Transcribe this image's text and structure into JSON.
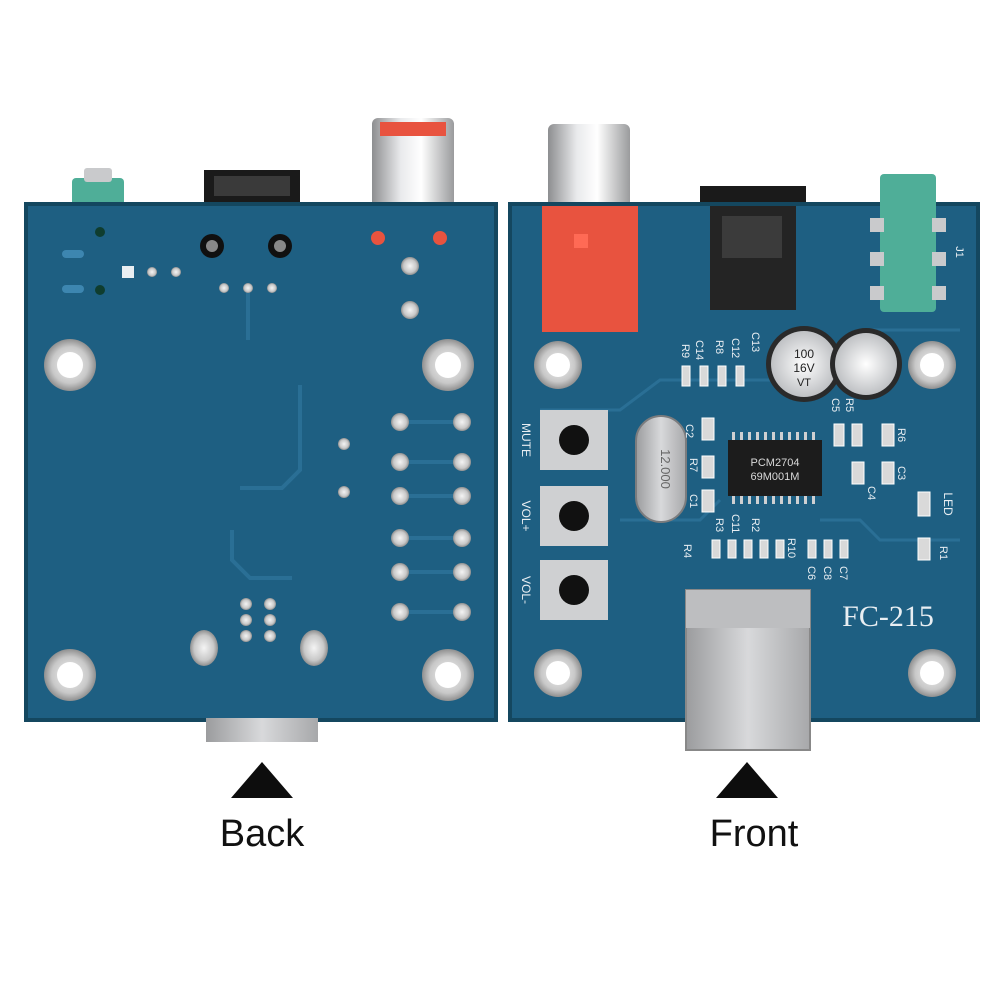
{
  "labels": {
    "back": "Back",
    "front": "Front"
  },
  "silkscreen": {
    "model": "FC-215",
    "chip_name": "PCM2704",
    "chip_code": "69M001M",
    "crystal": "12.000",
    "cap_value": "100",
    "cap_voltage": "16V",
    "cap_series": "VT",
    "button_mute": "MUTE",
    "button_vol_up": "VOL+",
    "button_vol_down": "VOL-",
    "led": "LED",
    "jack": "J1",
    "refs": {
      "r9": "R9",
      "c14": "C14",
      "r8": "R8",
      "c12": "C12",
      "c13": "C13",
      "r5": "R5",
      "c5": "C5",
      "c2": "C2",
      "r7": "R7",
      "c1": "C1",
      "r6": "R6",
      "c3": "C3",
      "c4": "C4",
      "r3": "R3",
      "c11": "C11",
      "r2": "R2",
      "r4": "R4",
      "r10": "R10",
      "c6": "C6",
      "c8": "C8",
      "c7": "C7",
      "r1": "R1"
    }
  },
  "colors": {
    "pcb_blue": "#1e5f82",
    "pcb_edge": "#14475f",
    "trace": "#2a6f95",
    "silk": "#e8eef2",
    "rca_red": "#e8533f",
    "jack_green": "#4fae98",
    "metal": "#c9cacc"
  }
}
